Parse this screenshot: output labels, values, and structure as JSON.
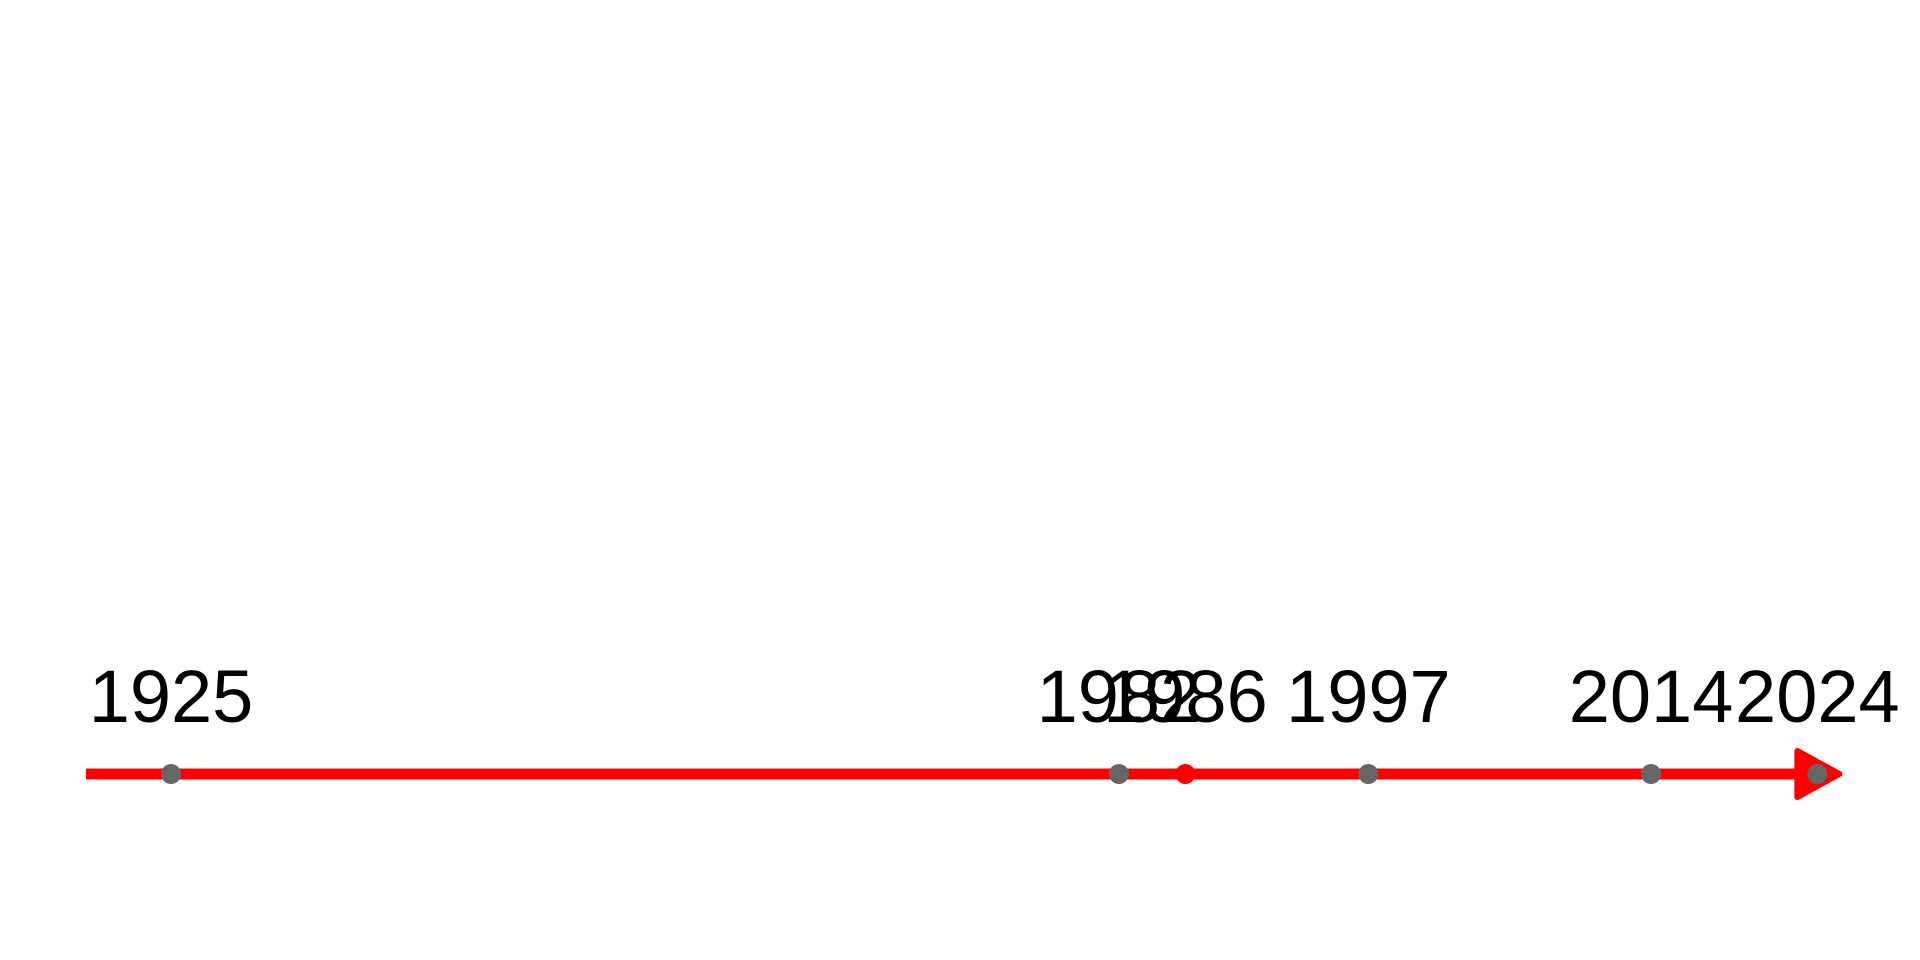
{
  "timeline": {
    "axis_color": "#ff0000",
    "marker_color": "#666666",
    "highlight_color": "#ff0000",
    "label_color": "#000000",
    "events": [
      {
        "year": 1925,
        "label": "1925",
        "highlight": false
      },
      {
        "year": 1982,
        "label": "1982",
        "highlight": false
      },
      {
        "year": 1986,
        "label": "1986",
        "highlight": true
      },
      {
        "year": 1997,
        "label": "1997",
        "highlight": false
      },
      {
        "year": 2014,
        "label": "2014",
        "highlight": false
      },
      {
        "year": 2024,
        "label": "2024",
        "highlight": false
      }
    ]
  }
}
